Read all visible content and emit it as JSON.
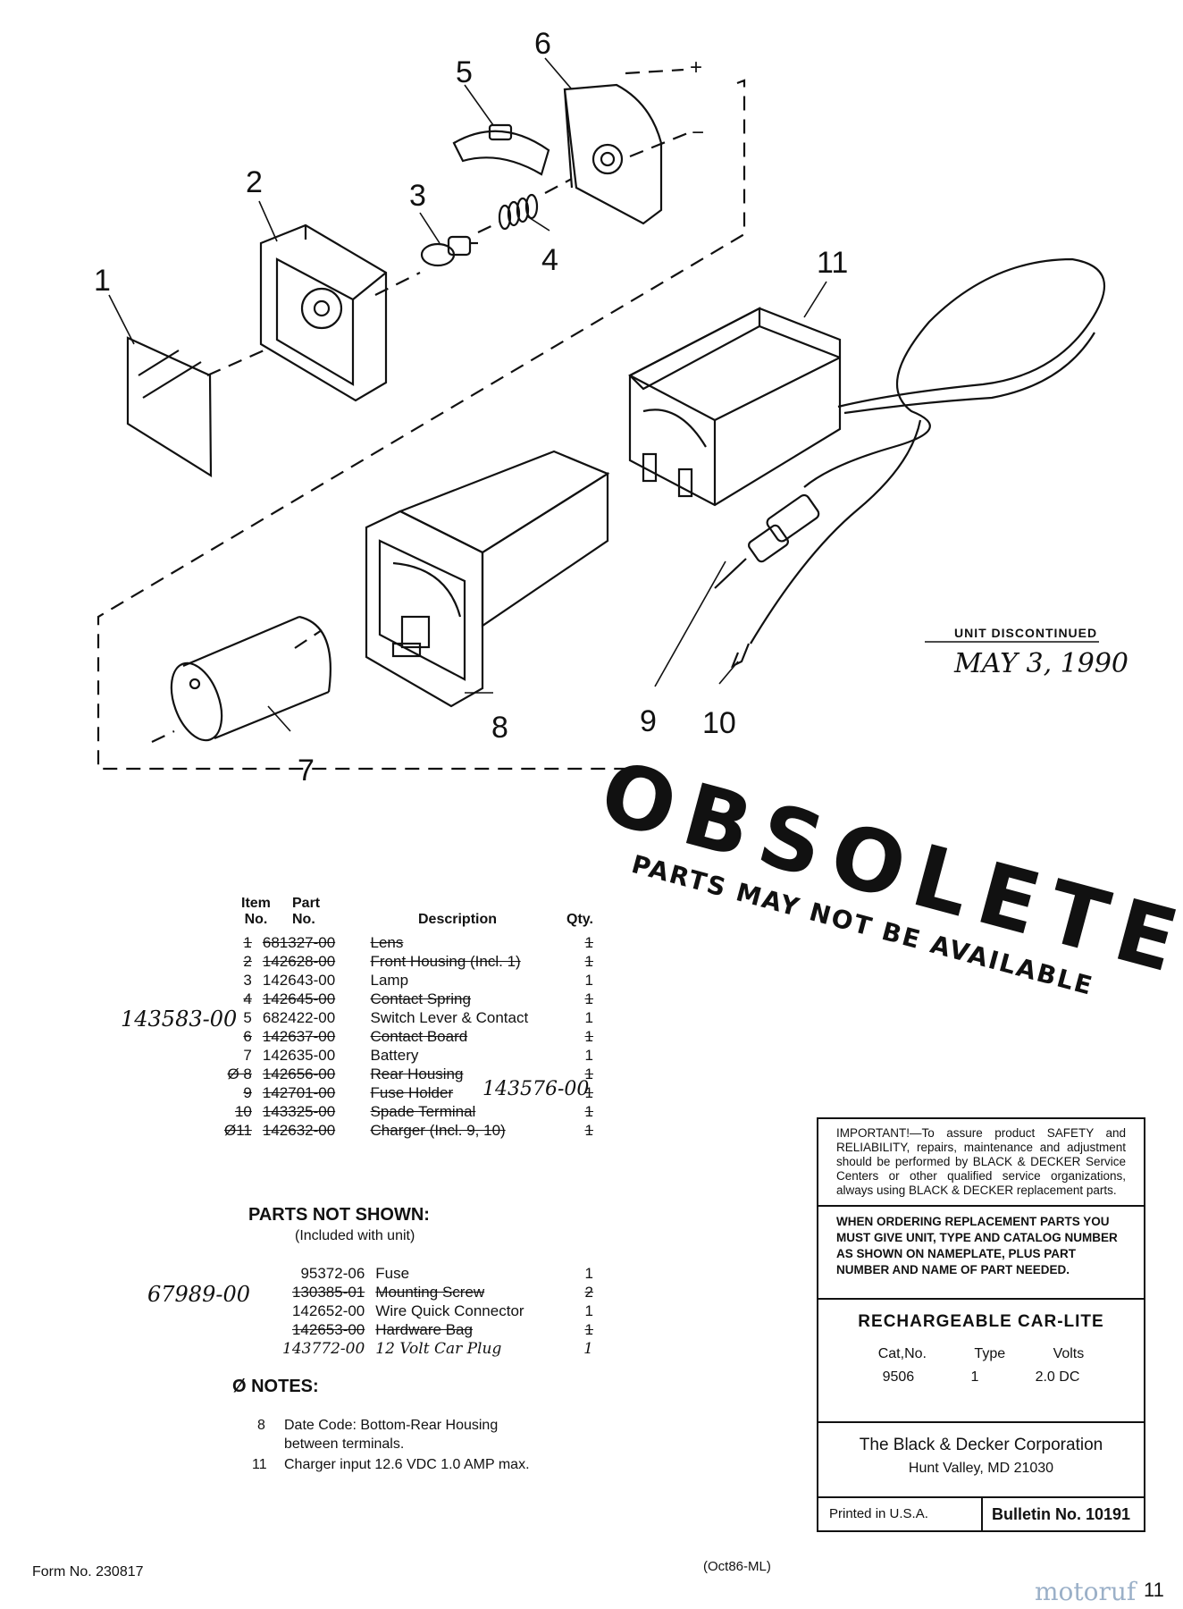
{
  "callouts": {
    "c1": "1",
    "c2": "2",
    "c3": "3",
    "c4": "4",
    "c5": "5",
    "c6": "6",
    "c7": "7",
    "c8": "8",
    "c9": "9",
    "c10": "10",
    "c11": "11",
    "plus": "+",
    "minus": "−"
  },
  "discontinued": {
    "label": "UNIT DISCONTINUED",
    "date": "MAY 3, 1990"
  },
  "stamp": {
    "big": "OBSOLETE",
    "small": "PARTS MAY NOT BE AVAILABLE"
  },
  "parts_table": {
    "headers": {
      "item_top": "Item",
      "item_bottom": "No.",
      "part_top": "Part",
      "part_bottom": "No.",
      "desc": "Description",
      "qty": "Qty."
    },
    "rows": [
      {
        "item": "1",
        "part": "681327-00",
        "desc": "Lens",
        "qty": "1",
        "struck": true,
        "hand": ""
      },
      {
        "item": "2",
        "part": "142628-00",
        "desc": "Front Housing (Incl. 1)",
        "qty": "1",
        "struck": true,
        "hand": ""
      },
      {
        "item": "3",
        "part": "142643-00",
        "desc": "Lamp",
        "qty": "1",
        "struck": false,
        "hand": ""
      },
      {
        "item": "4",
        "part": "142645-00",
        "desc": "Contact Spring",
        "qty": "1",
        "struck": true,
        "hand": ""
      },
      {
        "item": "5",
        "part": "682422-00",
        "desc": "Switch Lever & Contact",
        "qty": "1",
        "struck": false,
        "hand": "143583-00"
      },
      {
        "item": "6",
        "part": "142637-00",
        "desc": "Contact Board",
        "qty": "1",
        "struck": true,
        "hand": ""
      },
      {
        "item": "7",
        "part": "142635-00",
        "desc": "Battery",
        "qty": "1",
        "struck": false,
        "hand": ""
      },
      {
        "item": "Ø 8",
        "part": "142656-00",
        "desc": "Rear Housing",
        "qty": "1",
        "struck": true,
        "hand": ""
      },
      {
        "item": "9",
        "part": "142701-00",
        "desc": "Fuse Holder",
        "qty": "1",
        "struck": true,
        "hand": "143576-00"
      },
      {
        "item": "10",
        "part": "143325-00",
        "desc": "Spade Terminal",
        "qty": "1",
        "struck": true,
        "hand": ""
      },
      {
        "item": "Ø11",
        "part": "142632-00",
        "desc": "Charger (Incl. 9, 10)",
        "qty": "1",
        "struck": true,
        "hand": ""
      }
    ]
  },
  "parts_not_shown": {
    "title": "PARTS NOT SHOWN:",
    "subtitle": "(Included with unit)",
    "rows": [
      {
        "part": "95372-06",
        "desc": "Fuse",
        "qty": "1",
        "struck": false,
        "hand": ""
      },
      {
        "part": "130385-01",
        "desc": "Mounting Screw",
        "qty": "2",
        "struck": true,
        "hand": "67989-00"
      },
      {
        "part": "142652-00",
        "desc": "Wire Quick Connector",
        "qty": "1",
        "struck": false,
        "hand": ""
      },
      {
        "part": "142653-00",
        "desc": "Hardware Bag",
        "qty": "1",
        "struck": true,
        "hand": ""
      },
      {
        "part": "143772-00",
        "desc": "12 Volt Car Plug",
        "qty": "1",
        "struck": false,
        "hand": "handwritten"
      }
    ]
  },
  "notes": {
    "title": "Ø NOTES:",
    "n8_num": "8",
    "n8_line1": "Date Code: Bottom-Rear Housing",
    "n8_line2": "between terminals.",
    "n11_num": "11",
    "n11_text": "Charger input 12.6 VDC 1.0 AMP max."
  },
  "info_box": {
    "important": "IMPORTANT!—To assure product SAFETY and RELIABILITY, repairs, maintenance and adjustment should be performed by BLACK & DECKER Service Centers or other qualified service organizations, always using BLACK & DECKER replacement parts.",
    "ordering": "WHEN ORDERING REPLACEMENT PARTS YOU MUST GIVE UNIT, TYPE AND CATALOG NUMBER AS SHOWN ON NAMEPLATE, PLUS PART NUMBER AND NAME OF PART NEEDED.",
    "product": "RECHARGEABLE CAR-LITE",
    "spec_headers": {
      "cat": "Cat,No.",
      "type": "Type",
      "volts": "Volts"
    },
    "spec_values": {
      "cat": "9506",
      "type": "1",
      "volts": "2.0 DC"
    },
    "company": "The Black & Decker Corporation",
    "address": "Hunt Valley, MD 21030",
    "printed": "Printed in U.S.A.",
    "bulletin": "Bulletin No. 10191"
  },
  "footer": {
    "form": "Form No. 230817",
    "code": "(Oct86-ML)",
    "watermark": "motoruf",
    "page": "11"
  }
}
